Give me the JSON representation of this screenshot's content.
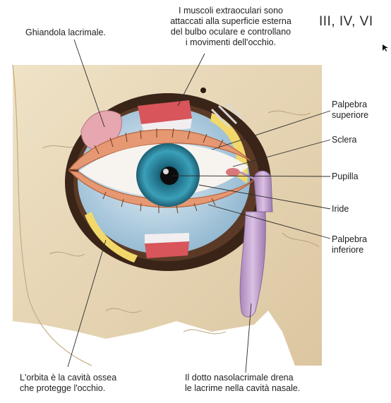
{
  "labels": {
    "ghiandola": "Ghiandola lacrimale.",
    "muscoli_1": "I muscoli extraoculari sono",
    "muscoli_2": "attaccati alla superficie esterna",
    "muscoli_3": "del bulbo oculare e controllano",
    "muscoli_4": "i movimenti dell'occhio.",
    "nerves": "III, IV, VI",
    "palpebra_sup_1": "Palpebra",
    "palpebra_sup_2": "superiore",
    "sclera": "Sclera",
    "pupilla": "Pupilla",
    "iride": "Iride",
    "palpebra_inf_1": "Palpebra",
    "palpebra_inf_2": "inferiore",
    "orbita_1": "L'orbita è la cavità ossea",
    "orbita_2": "che protegge l'occhio.",
    "dotto_1": "Il dotto nasolacrimale drena",
    "dotto_2": "le lacrime nella cavità nasale."
  },
  "colors": {
    "bone": "#e9d8b8",
    "orbit_shadow": "#3a2418",
    "eyeball": "#bcd6e6",
    "iris": "#2f8ea8",
    "pupil": "#0c0c0c",
    "eyelid": "#e69872",
    "muscle": "#d8555b",
    "duct": "#c9a6d4",
    "fat": "#f2d86a",
    "leader": "#2a2a2a"
  }
}
